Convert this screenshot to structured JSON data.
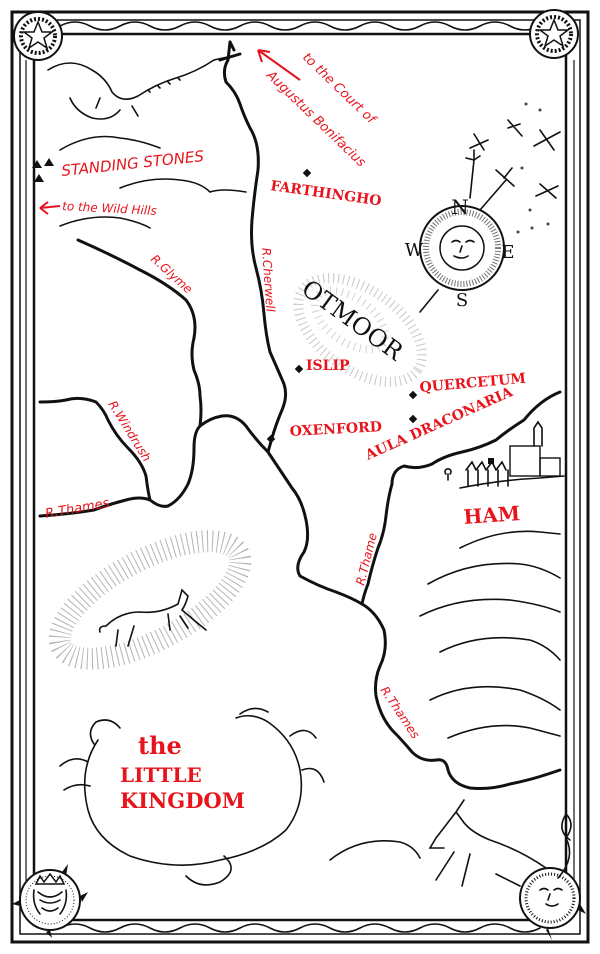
{
  "title": {
    "line1": "the",
    "line2": "LITTLE",
    "line3": "KINGDOM"
  },
  "colors": {
    "label_red": "#e8141c",
    "ink": "#111111",
    "paper": "#ffffff"
  },
  "places": {
    "standing_stones": "STANDING STONES",
    "wild_hills": "to the Wild Hills",
    "court_line1": "to the Court of",
    "court_line2": "Augustus Bonifacius",
    "farthingho": "FARTHINGHO",
    "otmoor": "OTMOOR",
    "islip": "ISLIP",
    "quercetum": "QUERCETUM",
    "oxenford": "OXENFORD",
    "aula_draconaria": "AULA DRACONARIA",
    "ham": "HAM"
  },
  "rivers": {
    "glyme": "R.Glyme",
    "cherwell": "R.Cherwell",
    "windrush": "R.Windrush",
    "thames_west": "R.Thames",
    "thame": "R.Thame",
    "thames_east": "R.Thames"
  },
  "compass": {
    "n": "N",
    "e": "E",
    "s": "S",
    "w": "W"
  }
}
